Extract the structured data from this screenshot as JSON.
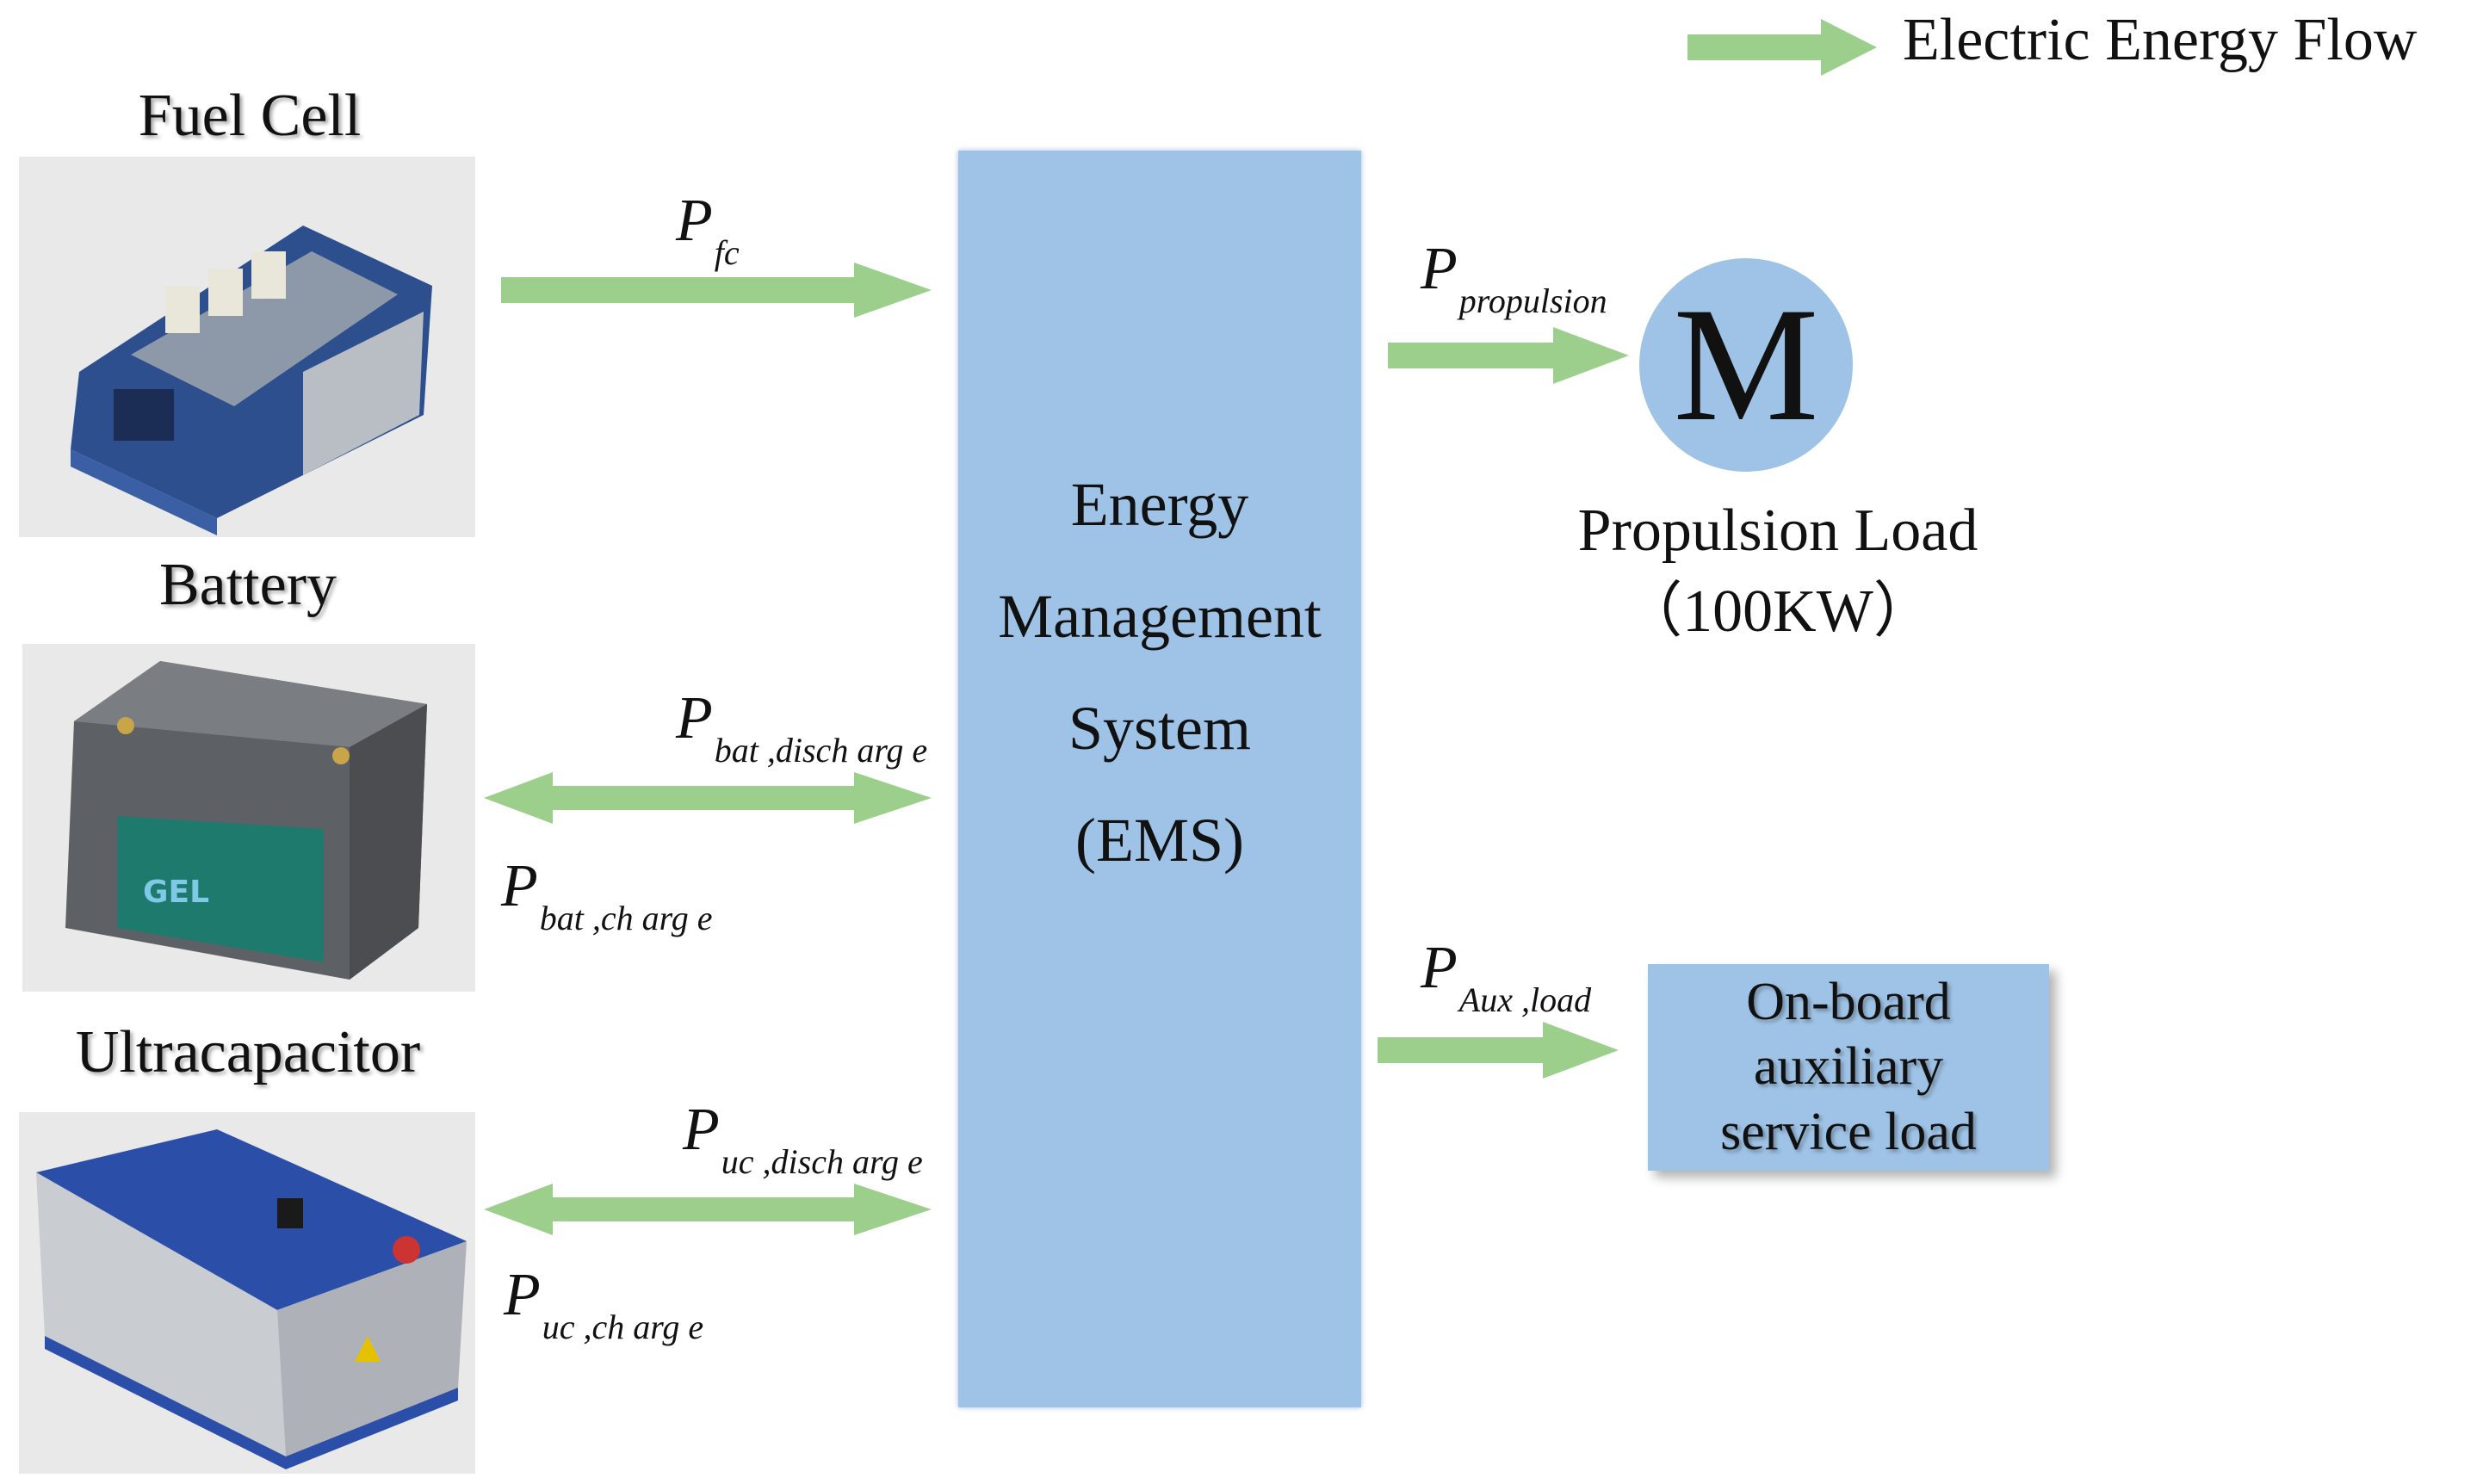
{
  "legend": {
    "label": "Electric Energy Flow"
  },
  "sources": {
    "fuel_cell": {
      "title": "Fuel Cell"
    },
    "battery": {
      "title": "Battery"
    },
    "ultracapacitor": {
      "title": "Ultracapacitor"
    }
  },
  "ems": {
    "lines": [
      "Energy",
      "Management",
      "System",
      "(EMS)"
    ]
  },
  "flows": {
    "fc": {
      "symbol": "P",
      "sub": "fc"
    },
    "bat_discharge": {
      "symbol": "P",
      "sub": "bat ,disch arg e"
    },
    "bat_charge": {
      "symbol": "P",
      "sub": "bat ,ch arg e"
    },
    "uc_discharge": {
      "symbol": "P",
      "sub": "uc ,disch arg e"
    },
    "uc_charge": {
      "symbol": "P",
      "sub": "uc ,ch arg e"
    },
    "propulsion": {
      "symbol": "P",
      "sub": "propulsion"
    },
    "aux": {
      "symbol": "P",
      "sub": "Aux ,load"
    }
  },
  "motor": {
    "symbol": "M"
  },
  "propulsion_load": {
    "label": "Propulsion Load",
    "rating": "（100KW）"
  },
  "aux_load": {
    "lines": [
      "On-board",
      "auxiliary",
      "service load"
    ]
  },
  "colors": {
    "arrow": "#9dcf8c",
    "box": "#9fc3e6"
  }
}
